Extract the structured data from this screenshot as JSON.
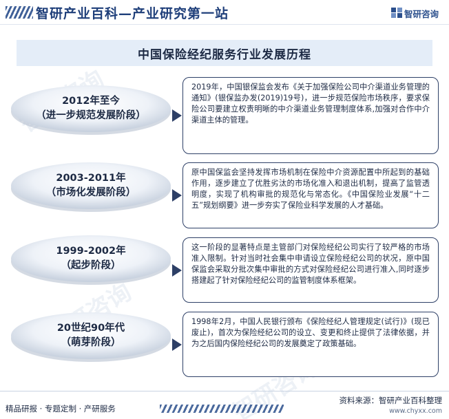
{
  "header": {
    "site_title": "智研产业百科—产业研究第一站",
    "brand_name": "智研咨询",
    "brand_icon": "zhiyan-logo-icon"
  },
  "title": "中国保险经纪服务行业发展历程",
  "watermark": "智研咨询",
  "stages": [
    {
      "year": "2012年至今",
      "name": "（进一步规范发展阶段）",
      "text": "2019年，中国银保监会发布《关于加强保险公司中介渠道业务管理的通知》(银保监办发(2019)19号)，进一步规范保险市场秩序，要求保险公司要建立权责明晰的中介渠道业务管理制度体系,加强对合作中介渠道主体的管理。"
    },
    {
      "year": "2003-2011年",
      "name": "（市场化发展阶段）",
      "text": "原中国保监会坚持发挥市场机制在保险中介资源配置中所起到的基础作用，逐步建立了优胜劣汰的市场化准入和退出机制，提高了监管透明度，实现了机构审批的规范化与常态化。《中国保险业发展“十二五”规划纲要》进一步夯实了保险业科学发展的人才基础。"
    },
    {
      "year": "1999-2002年",
      "name": "（起步阶段）",
      "text": "这一阶段的显著特点是主管部门对保险经纪公司实行了较严格的市场准入限制。针对当时社会集中申请设立保险经纪公司的状况，原中国保监会采取分批次集中审批的方式对保险经纪公司进行准入,同时逐步搭建起了针对保险经纪公司的监管制度体系框架。"
    },
    {
      "year": "20世纪90年代",
      "name": "（萌芽阶段）",
      "text": "1998年2月，中国人民银行颁布《保险经纪人管理规定(试行)》(现已废止)，首次为保险经纪公司的设立、变更和终止提供了法律依据，并为之后国内保险经纪公司的发展奠定了政策基础。"
    }
  ],
  "footer": {
    "services": "精品研报 · 专题定制 · 产研服务",
    "source": "资料来源：智研产业百科整理",
    "url": "www.chyxx.com"
  },
  "colors": {
    "primary": "#1f3f7a",
    "card_border": "#2d3f66",
    "band": "#e4edf8",
    "disc_light": "#f3f6fb",
    "disc_dark": "#b6c2d4"
  }
}
